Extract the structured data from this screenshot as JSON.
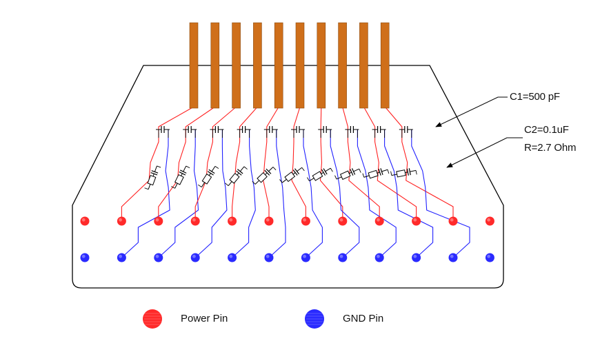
{
  "annotations": {
    "c1": "C1=500 pF",
    "c2": "C2=0.1uF",
    "r": "R=2.7 Ohm"
  },
  "legend": {
    "power": {
      "label": "Power Pin",
      "color": "#ff2a2a"
    },
    "gnd": {
      "label": "GND Pin",
      "color": "#2a2aff"
    }
  },
  "colors": {
    "finger": "#cf6f1a",
    "outline": "#000000",
    "power_trace": "#ff2020",
    "gnd_trace": "#2020ff"
  },
  "counts": {
    "fingers": 10,
    "pins_per_row": 12,
    "decoupling_networks": 10
  }
}
